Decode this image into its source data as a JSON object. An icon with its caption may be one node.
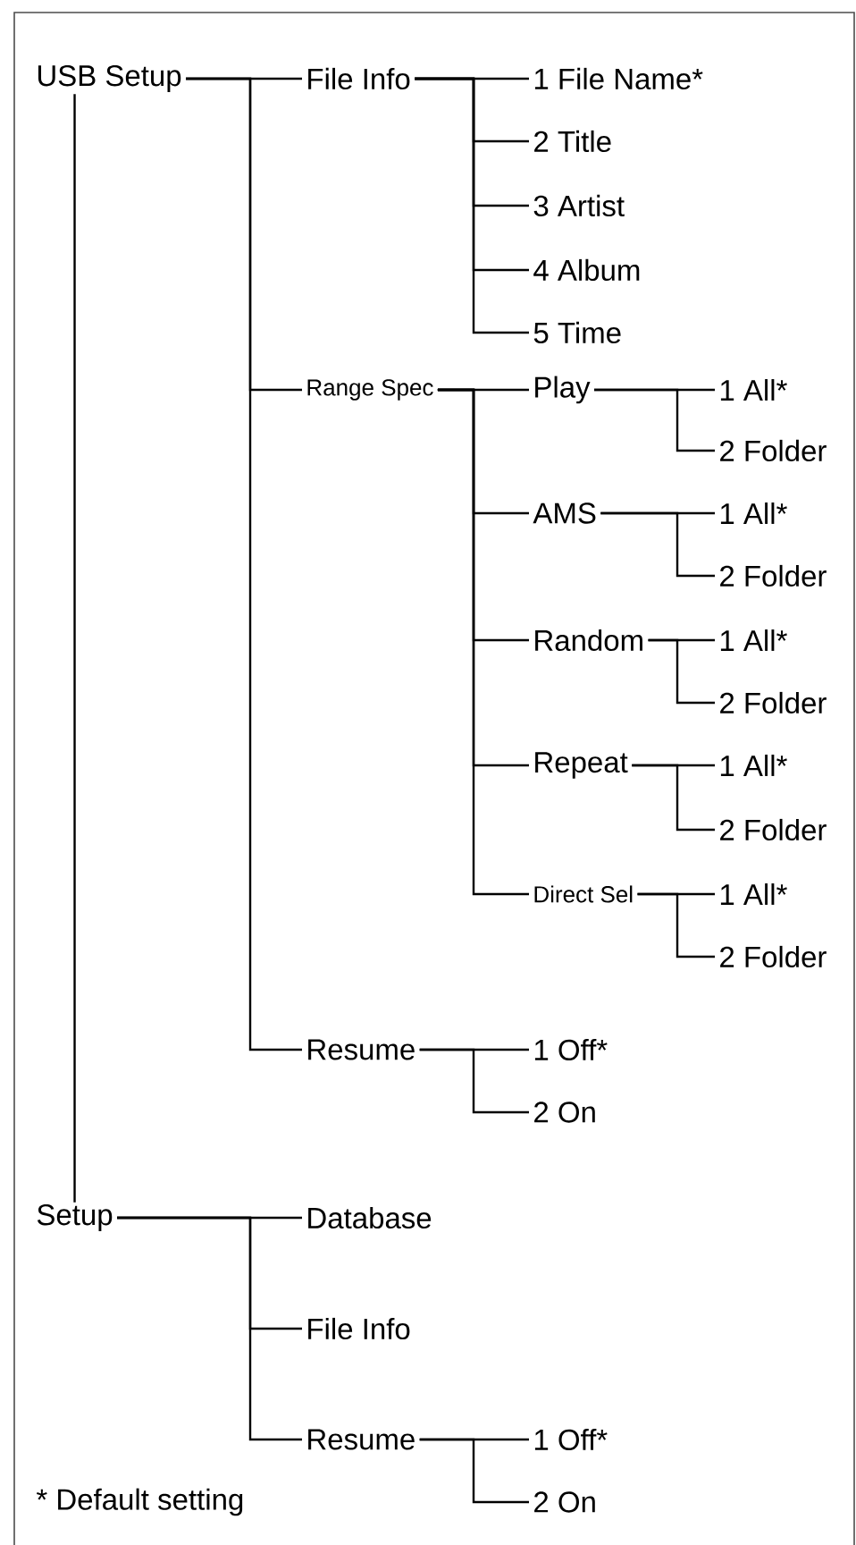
{
  "diagram": {
    "nodes": [
      {
        "text": [
          "USB Setup"
        ]
      },
      {
        "text": [
          "File Info"
        ]
      },
      {
        "text": [
          "1 File Name*"
        ]
      },
      {
        "text": [
          "2 Title"
        ]
      },
      {
        "text": [
          "3 Artist"
        ]
      },
      {
        "text": [
          "4 Album"
        ]
      },
      {
        "text": [
          "5 Time"
        ]
      },
      {
        "text": [
          "Range Spec"
        ]
      },
      {
        "text": [
          "Play"
        ]
      },
      {
        "text": [
          "1 All*"
        ]
      },
      {
        "text": [
          "2 Folder"
        ]
      },
      {
        "text": [
          "AMS"
        ]
      },
      {
        "text": [
          "1 All*"
        ]
      },
      {
        "text": [
          "2 Folder"
        ]
      },
      {
        "text": [
          "Random"
        ]
      },
      {
        "text": [
          "1 All*"
        ]
      },
      {
        "text": [
          "2 Folder"
        ]
      },
      {
        "text": [
          "Repeat"
        ]
      },
      {
        "text": [
          "1 All*"
        ]
      },
      {
        "text": [
          "2 Folder"
        ]
      },
      {
        "text": [
          "Direct Sel"
        ]
      },
      {
        "text": [
          "1 All*"
        ]
      },
      {
        "text": [
          "2 Folder"
        ]
      },
      {
        "text": [
          "Resume"
        ]
      },
      {
        "text": [
          "1 Off*"
        ]
      },
      {
        "text": [
          "2 On"
        ]
      },
      {
        "text": [
          "Setup"
        ]
      },
      {
        "text": [
          "Database"
        ]
      },
      {
        "text": [
          "File Info"
        ]
      },
      {
        "text": [
          "Resume"
        ]
      },
      {
        "text": [
          "1 Off*"
        ]
      },
      {
        "text": [
          "2 On"
        ]
      }
    ],
    "edges": [
      {
        "from": 0,
        "to": 1,
        "arrow": "none"
      },
      {
        "from": 0,
        "to": 7,
        "arrow": "none"
      },
      {
        "from": 0,
        "to": 23,
        "arrow": "none"
      },
      {
        "from": 1,
        "to": 2,
        "arrow": "none"
      },
      {
        "from": 1,
        "to": 3,
        "arrow": "none"
      },
      {
        "from": 1,
        "to": 4,
        "arrow": "none"
      },
      {
        "from": 1,
        "to": 5,
        "arrow": "none"
      },
      {
        "from": 1,
        "to": 6,
        "arrow": "none"
      },
      {
        "from": 7,
        "to": 8,
        "arrow": "none"
      },
      {
        "from": 7,
        "to": 11,
        "arrow": "none"
      },
      {
        "from": 7,
        "to": 14,
        "arrow": "none"
      },
      {
        "from": 7,
        "to": 17,
        "arrow": "none"
      },
      {
        "from": 7,
        "to": 20,
        "arrow": "none"
      },
      {
        "from": 8,
        "to": 9,
        "arrow": "none"
      },
      {
        "from": 8,
        "to": 10,
        "arrow": "none"
      },
      {
        "from": 11,
        "to": 12,
        "arrow": "none"
      },
      {
        "from": 11,
        "to": 13,
        "arrow": "none"
      },
      {
        "from": 14,
        "to": 15,
        "arrow": "none"
      },
      {
        "from": 14,
        "to": 16,
        "arrow": "none"
      },
      {
        "from": 17,
        "to": 18,
        "arrow": "none"
      },
      {
        "from": 17,
        "to": 19,
        "arrow": "none"
      },
      {
        "from": 20,
        "to": 21,
        "arrow": "none"
      },
      {
        "from": 20,
        "to": 22,
        "arrow": "none"
      },
      {
        "from": 23,
        "to": 24,
        "arrow": "none"
      },
      {
        "from": 23,
        "to": 25,
        "arrow": "none"
      },
      {
        "from": 0,
        "to": 26,
        "arrow": "none"
      },
      {
        "from": 26,
        "to": 27,
        "arrow": "none"
      },
      {
        "from": 26,
        "to": 28,
        "arrow": "none"
      },
      {
        "from": 26,
        "to": 29,
        "arrow": "none"
      },
      {
        "from": 29,
        "to": 30,
        "arrow": "none"
      },
      {
        "from": 29,
        "to": 31,
        "arrow": "none"
      }
    ],
    "labels": [
      "* Default setting"
    ]
  }
}
